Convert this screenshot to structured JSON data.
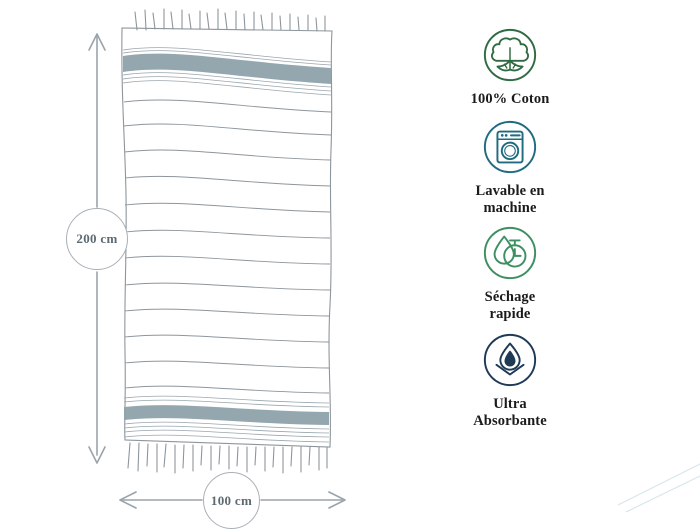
{
  "page": {
    "background_color": "#ffffff",
    "product": "beach towel / fouta illustration with dimensions and care features"
  },
  "colors": {
    "cotton_green": "#2f6b42",
    "machine_teal": "#1f6b80",
    "drying_green": "#3f8f63",
    "absorbent_navy": "#1f3a56",
    "dimension_gray": "#9aa3aa",
    "label_text": "#1b1b1b",
    "towel_outline": "#8d969c",
    "towel_stripe": "#8ea2ab",
    "corner_accent": "#cfe2ea"
  },
  "dimensions": {
    "height_label": "200 cm",
    "width_label": "100 cm",
    "height_arrow": "vertical-double-arrow",
    "width_arrow": "horizontal-double-arrow"
  },
  "features": [
    {
      "icon": "cotton-boll-icon",
      "label": "100% Coton",
      "label_lines": [
        "100% Coton"
      ],
      "color": "#2f6b42"
    },
    {
      "icon": "washing-machine-icon",
      "label": "Lavable en machine",
      "label_lines": [
        "Lavable en",
        "machine"
      ],
      "color": "#1f6b80"
    },
    {
      "icon": "quick-dry-droplet-clock-icon",
      "label": "Séchage rapide",
      "label_lines": [
        "Séchage",
        "rapide"
      ],
      "color": "#3f8f63"
    },
    {
      "icon": "water-absorption-icon",
      "label": "Ultra Absorbante",
      "label_lines": [
        "Ultra",
        "Absorbante"
      ],
      "color": "#1f3a56"
    }
  ],
  "towel": {
    "description": "striped fouta towel with fringed top and bottom edges",
    "stripe_bands": [
      "top-wide-band",
      "bottom-wide-band"
    ],
    "thin_stripe_count": 13
  }
}
